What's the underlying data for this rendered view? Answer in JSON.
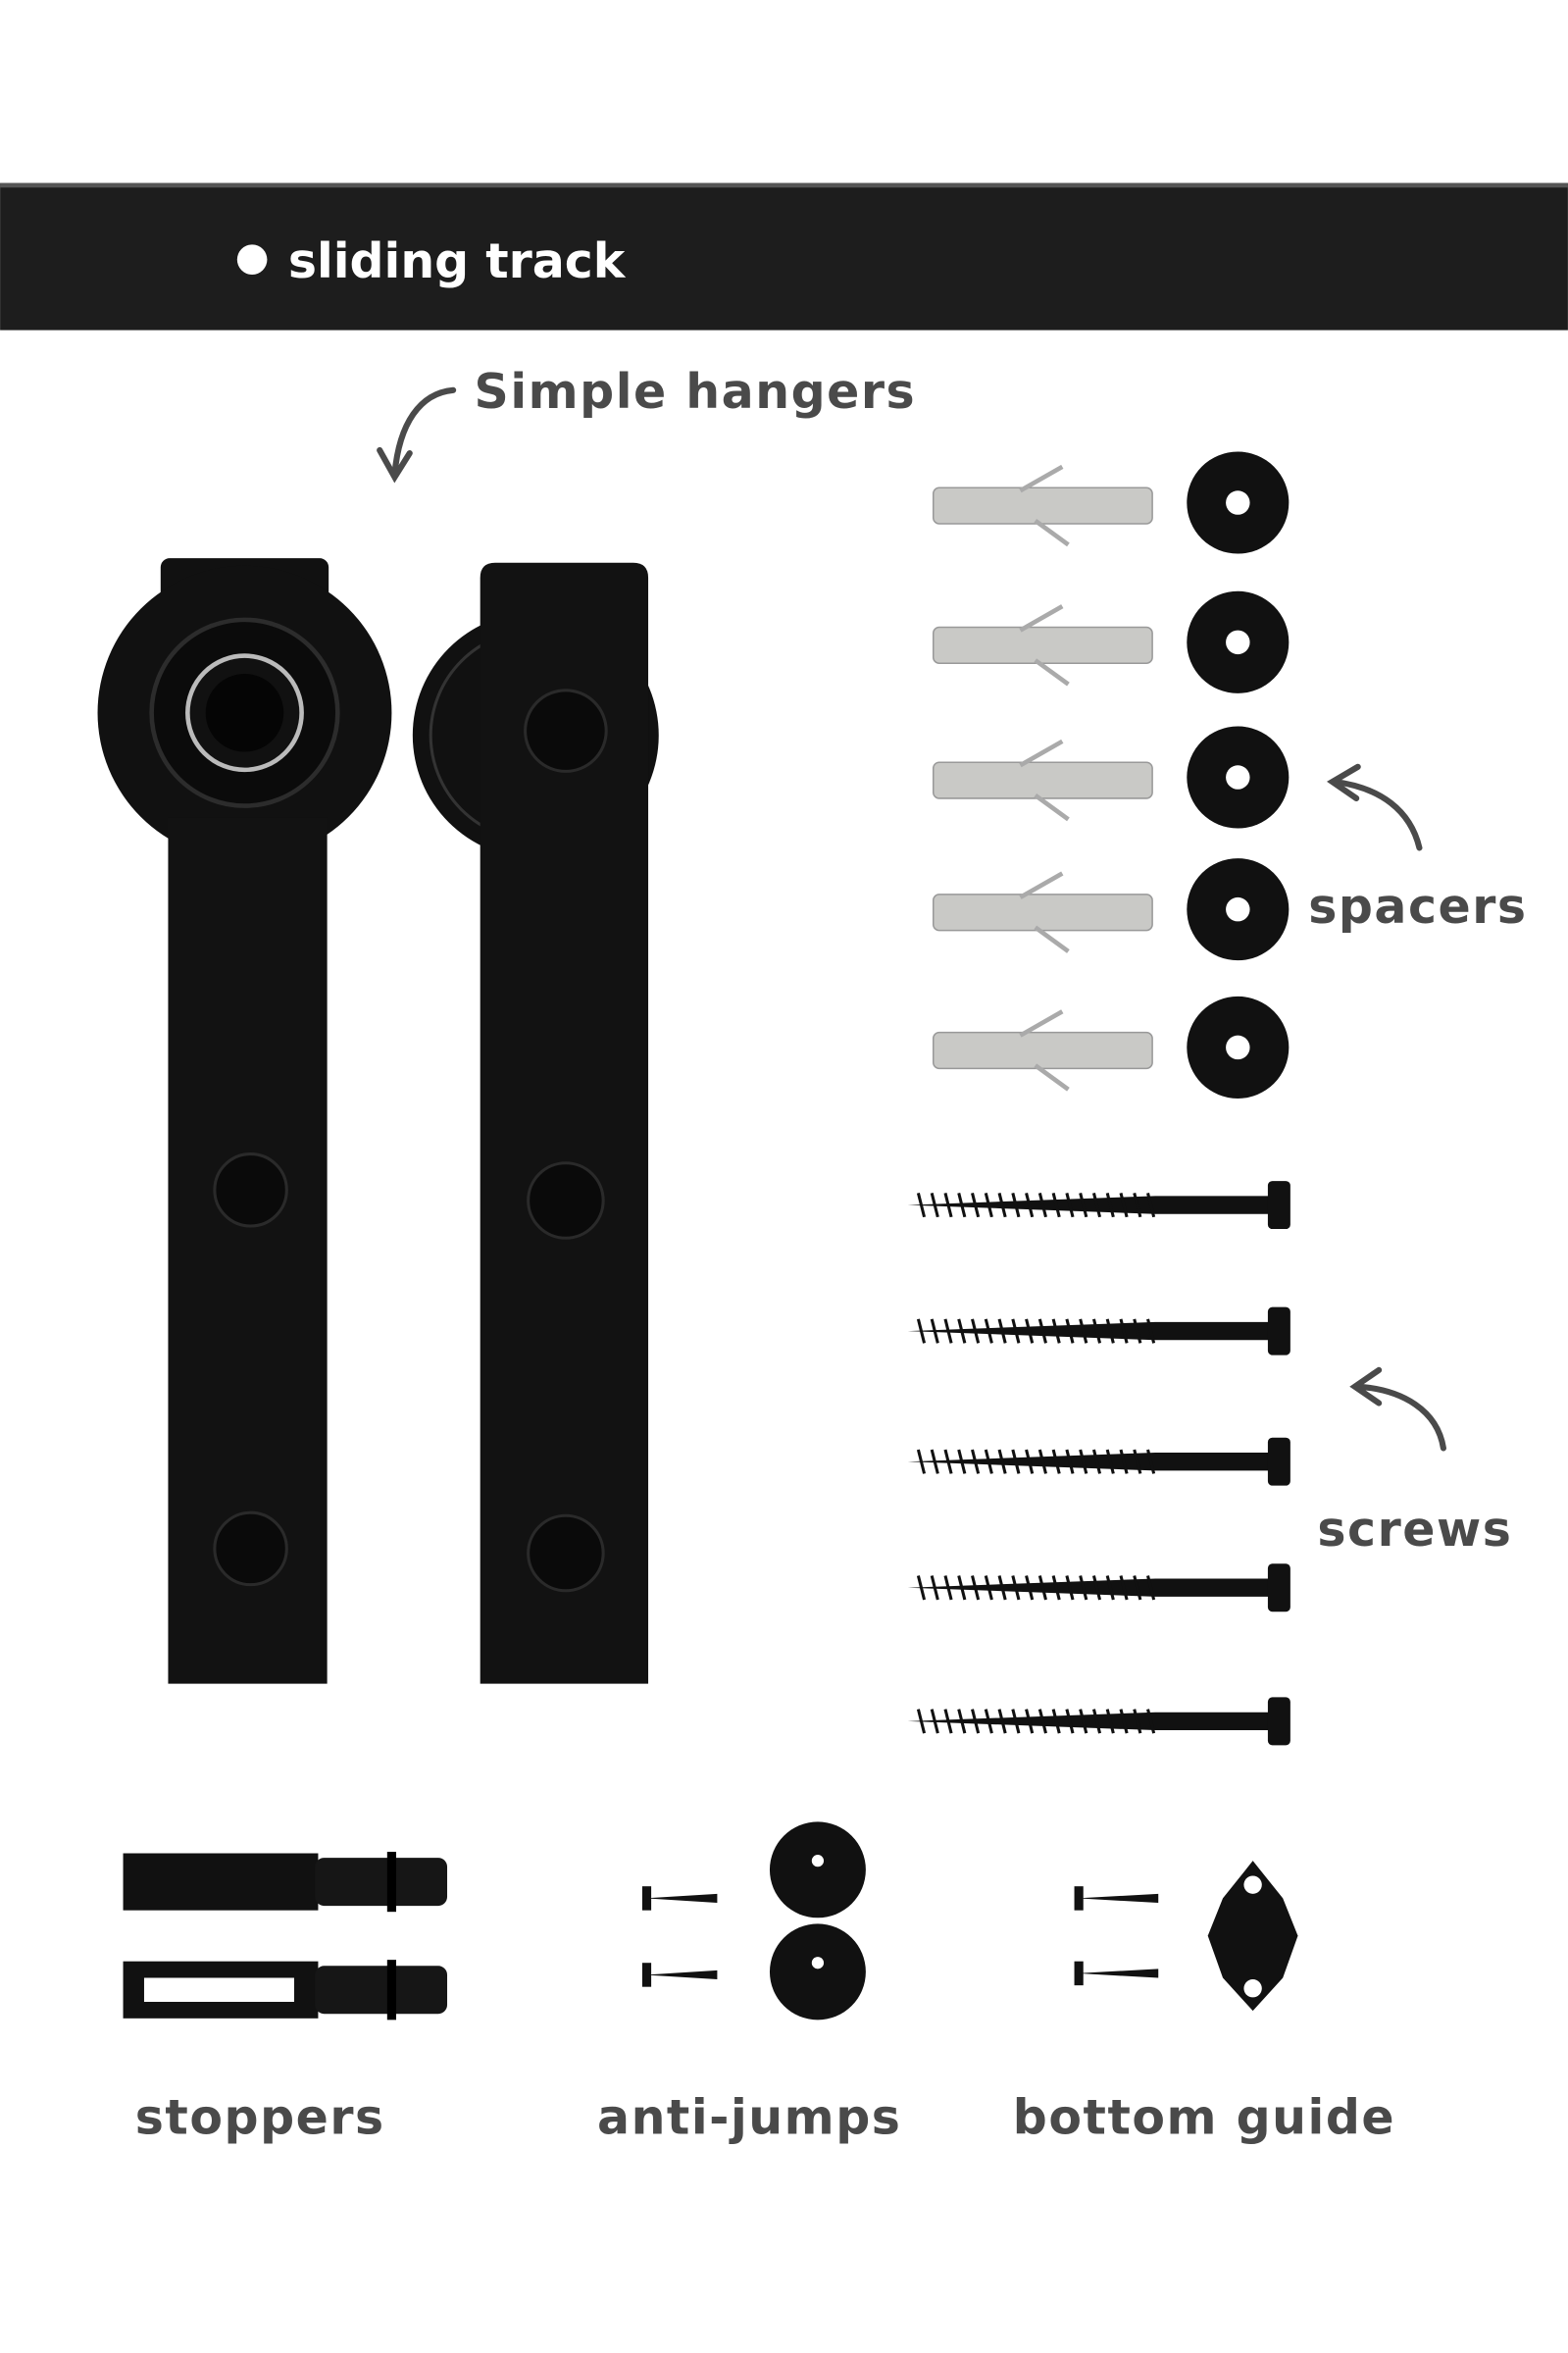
{
  "track": {
    "label": "sliding track"
  },
  "labels": {
    "hangers": "Simple hangers",
    "spacers": "spacers",
    "screws": "screws",
    "stoppers": "stoppers",
    "anti_jumps": "anti-jumps",
    "bottom_guide": "bottom guide"
  },
  "colors": {
    "hardware": "#111111",
    "label_text": "#4a4a4a",
    "anchor": "#c9c9c6",
    "track": "#1d1d1d"
  }
}
